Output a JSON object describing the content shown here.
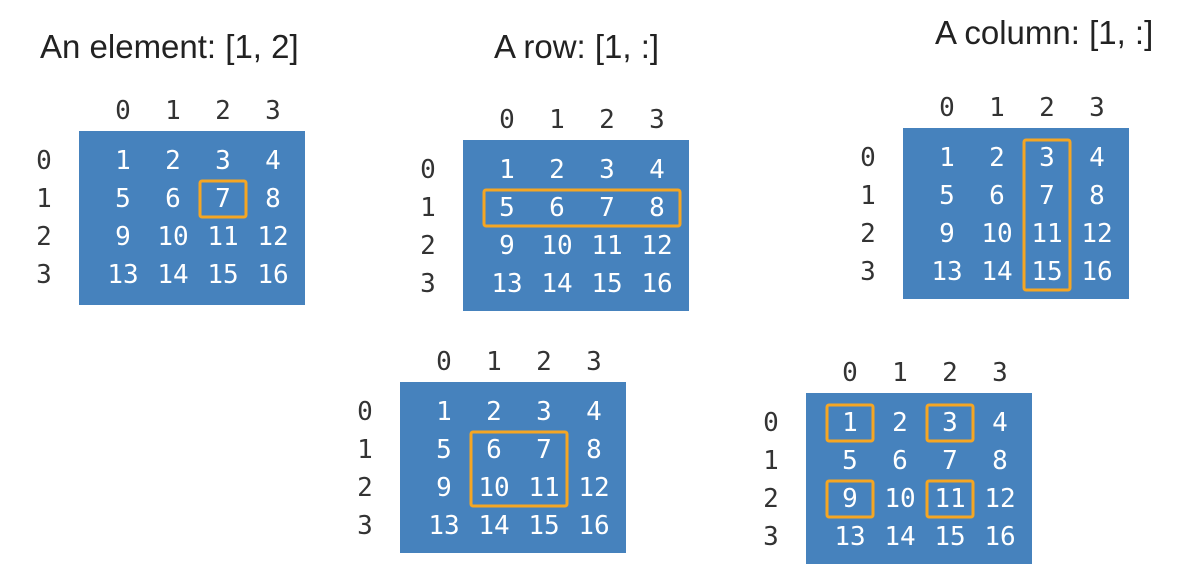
{
  "colors": {
    "grid_fill": "#4682BD",
    "highlight": "#F5A623",
    "cell_text": "#FFFFFF",
    "index_text": "#333333",
    "title_text": "#222222"
  },
  "col_labels": [
    "0",
    "1",
    "2",
    "3"
  ],
  "row_labels": [
    "0",
    "1",
    "2",
    "3"
  ],
  "matrix": [
    [
      1,
      2,
      3,
      4
    ],
    [
      5,
      6,
      7,
      8
    ],
    [
      9,
      10,
      11,
      12
    ],
    [
      13,
      14,
      15,
      16
    ]
  ],
  "panels": [
    {
      "name": "element",
      "title": "An element: [1, 2]",
      "highlights": [
        {
          "row_start": 1,
          "row_end": 1,
          "col_start": 2,
          "col_end": 2
        }
      ]
    },
    {
      "name": "row",
      "title": "A row: [1, :]",
      "highlights": [
        {
          "row_start": 1,
          "row_end": 1,
          "col_start": 0,
          "col_end": 3
        }
      ]
    },
    {
      "name": "column",
      "title": "A column: [1, :]",
      "highlights": [
        {
          "row_start": 0,
          "row_end": 3,
          "col_start": 2,
          "col_end": 2
        }
      ]
    },
    {
      "name": "block",
      "title": "",
      "highlights": [
        {
          "row_start": 1,
          "row_end": 2,
          "col_start": 1,
          "col_end": 2
        }
      ]
    },
    {
      "name": "strided",
      "title": "",
      "highlights": [
        {
          "row_start": 0,
          "row_end": 0,
          "col_start": 0,
          "col_end": 0
        },
        {
          "row_start": 0,
          "row_end": 0,
          "col_start": 2,
          "col_end": 2
        },
        {
          "row_start": 2,
          "row_end": 2,
          "col_start": 0,
          "col_end": 0
        },
        {
          "row_start": 2,
          "row_end": 2,
          "col_start": 2,
          "col_end": 2
        }
      ]
    }
  ]
}
